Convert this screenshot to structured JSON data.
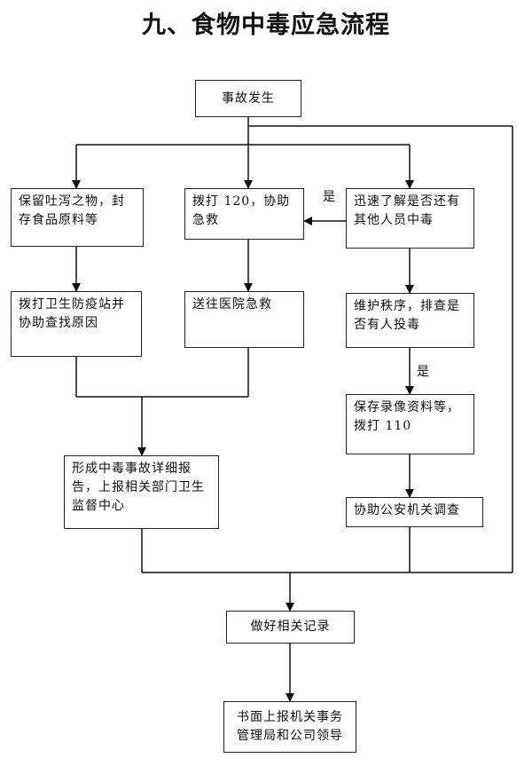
{
  "title": "九、食物中毒应急流程",
  "nodes": {
    "incident": "事故发生",
    "preserve_vomit": "保留吐泻之物，封存食品原料等",
    "call_120": "拨打 120，协助急救",
    "check_others": "迅速了解是否还有其他人员中毒",
    "call_health": "拨打卫生防疫站并协助查找原因",
    "send_hospital": "送往医院急救",
    "keep_order": "维护秩序，排查是否有人投毒",
    "save_video": "保存录像资料等，拨打 110",
    "report_detail": "形成中毒事故详细报告，上报相关部门卫生监督中心",
    "assist_police": "协助公安机关调查",
    "records": "做好相关记录",
    "written_report": "书面上报机关事务管理局和公司领导"
  },
  "labels": {
    "yes_left": "是",
    "yes_down": "是"
  }
}
